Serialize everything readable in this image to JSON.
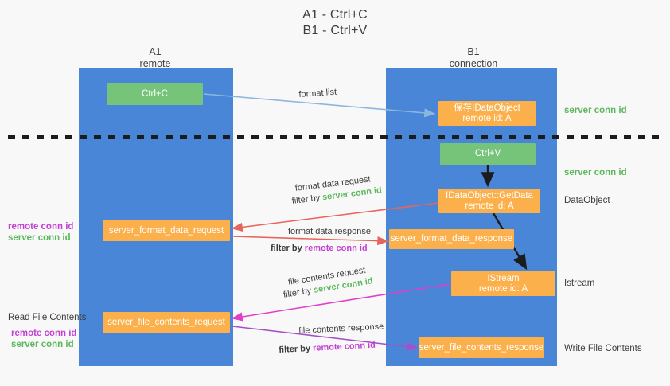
{
  "title": {
    "line1": "A1 - Ctrl+C",
    "line2": "B1 - Ctrl+V"
  },
  "columns": [
    {
      "name": "A1",
      "role": "remote"
    },
    {
      "name": "B1",
      "role": "connection"
    }
  ],
  "colors": {
    "lane": "#4a86d8",
    "green_box": "#76c47a",
    "orange_box": "#fbb04c",
    "server_conn_id": "#5cb85c",
    "remote_conn_id": "#c440d4",
    "blue_arrow": "#8ab7e0",
    "red_arrow": "#e8645a",
    "black_arrow": "#1c1c1c",
    "magenta_arrow": "#e040c8",
    "purple_arrow": "#a550c8",
    "background": "#f8f8f8"
  },
  "nodes": {
    "ctrl_c": "Ctrl+C",
    "ctrl_v": "Ctrl+V",
    "save_dataobject_l1": "保存IDataObject",
    "save_dataobject_l2": "remote id: A",
    "getdata_l1": "IDataObject::GetData",
    "getdata_l2": "remote id: A",
    "istream_l1": "IStream",
    "istream_l2": "remote id: A",
    "server_format_data_request": "server_format_data_request",
    "server_format_data_response": "server_format_data_response",
    "server_file_contents_request": "server_file_contents_request",
    "server_file_contents_response": "server_file_contents_response"
  },
  "edges": {
    "format_list": "format list",
    "format_data_request": "format data request",
    "format_data_response": "format data response",
    "file_contents_request": "file contents request",
    "file_contents_response": "file contents response",
    "filter_by": "filter by ",
    "server_conn_id": "server conn id",
    "remote_conn_id": "remote conn id"
  },
  "right_labels": {
    "server_conn_id_top": "server conn id",
    "server_conn_id_mid": "server conn id",
    "dataobject": "DataObject",
    "istream": "Istream",
    "write_file_contents": "Write File Contents"
  },
  "left_labels": {
    "remote_conn_id_1": "remote conn id",
    "server_conn_id_1": "server conn id",
    "read_file_contents": "Read File Contents",
    "remote_conn_id_2": "remote conn id",
    "server_conn_id_2": "server conn id"
  }
}
